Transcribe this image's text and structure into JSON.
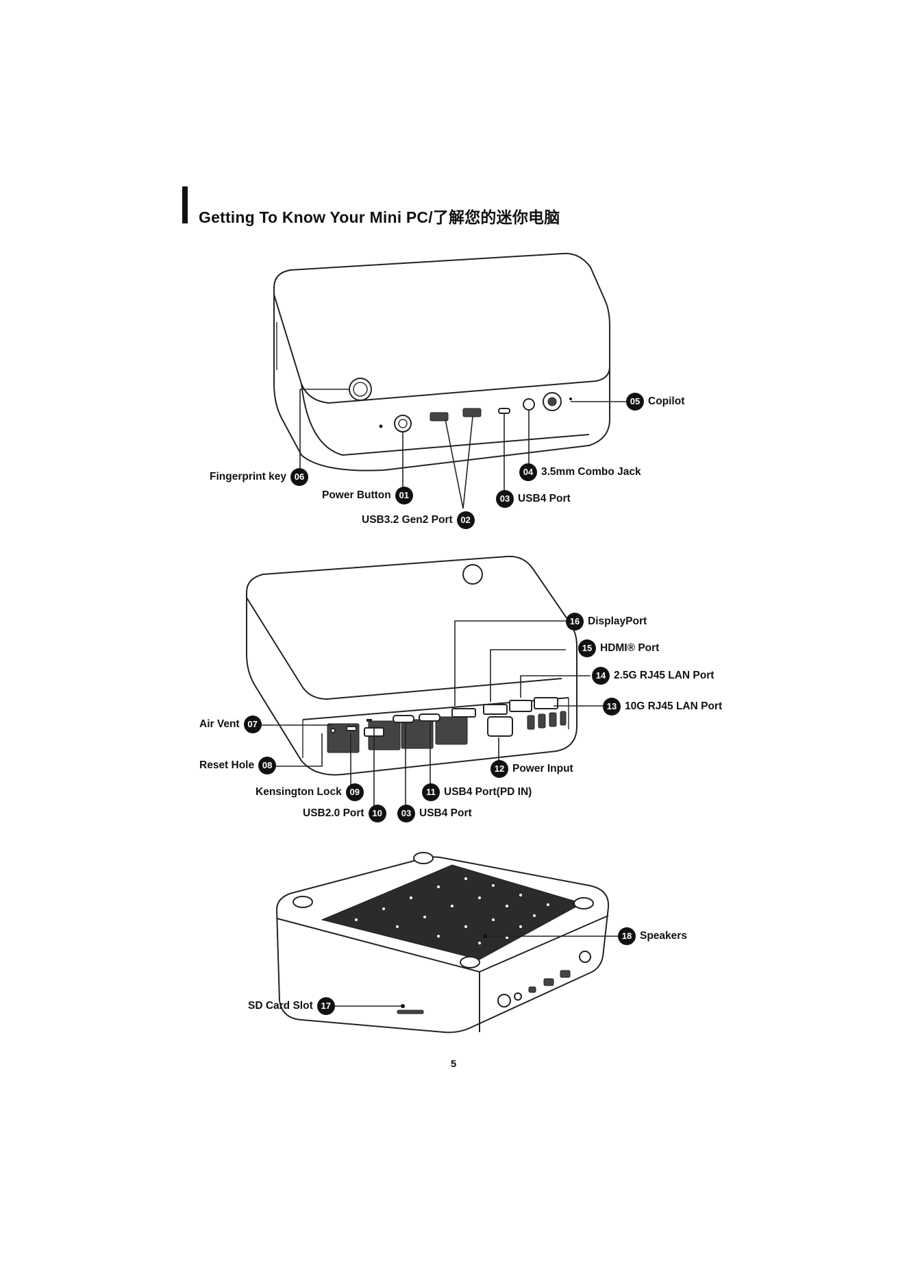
{
  "page": {
    "title": "Getting To Know Your Mini PC/了解您的迷你电脑",
    "page_number": "5"
  },
  "callouts": [
    {
      "id": "01",
      "label": "Power Button"
    },
    {
      "id": "02",
      "label": "USB3.2 Gen2 Port"
    },
    {
      "id": "03",
      "label": "USB4 Port"
    },
    {
      "id": "04",
      "label": "3.5mm Combo Jack"
    },
    {
      "id": "05",
      "label": "Copilot"
    },
    {
      "id": "06",
      "label": "Fingerprint key"
    },
    {
      "id": "03",
      "label": "USB4 Port"
    },
    {
      "id": "07",
      "label": "Air Vent"
    },
    {
      "id": "08",
      "label": "Reset Hole"
    },
    {
      "id": "09",
      "label": "Kensington Lock"
    },
    {
      "id": "10",
      "label": "USB2.0 Port"
    },
    {
      "id": "11",
      "label": "USB4 Port(PD IN)"
    },
    {
      "id": "12",
      "label": "Power Input"
    },
    {
      "id": "13",
      "label": "10G RJ45 LAN Port"
    },
    {
      "id": "14",
      "label": "2.5G RJ45 LAN Port"
    },
    {
      "id": "15",
      "label": "HDMI® Port"
    },
    {
      "id": "16",
      "label": "DisplayPort"
    },
    {
      "id": "17",
      "label": "SD Card Slot"
    },
    {
      "id": "18",
      "label": "Speakers"
    }
  ]
}
